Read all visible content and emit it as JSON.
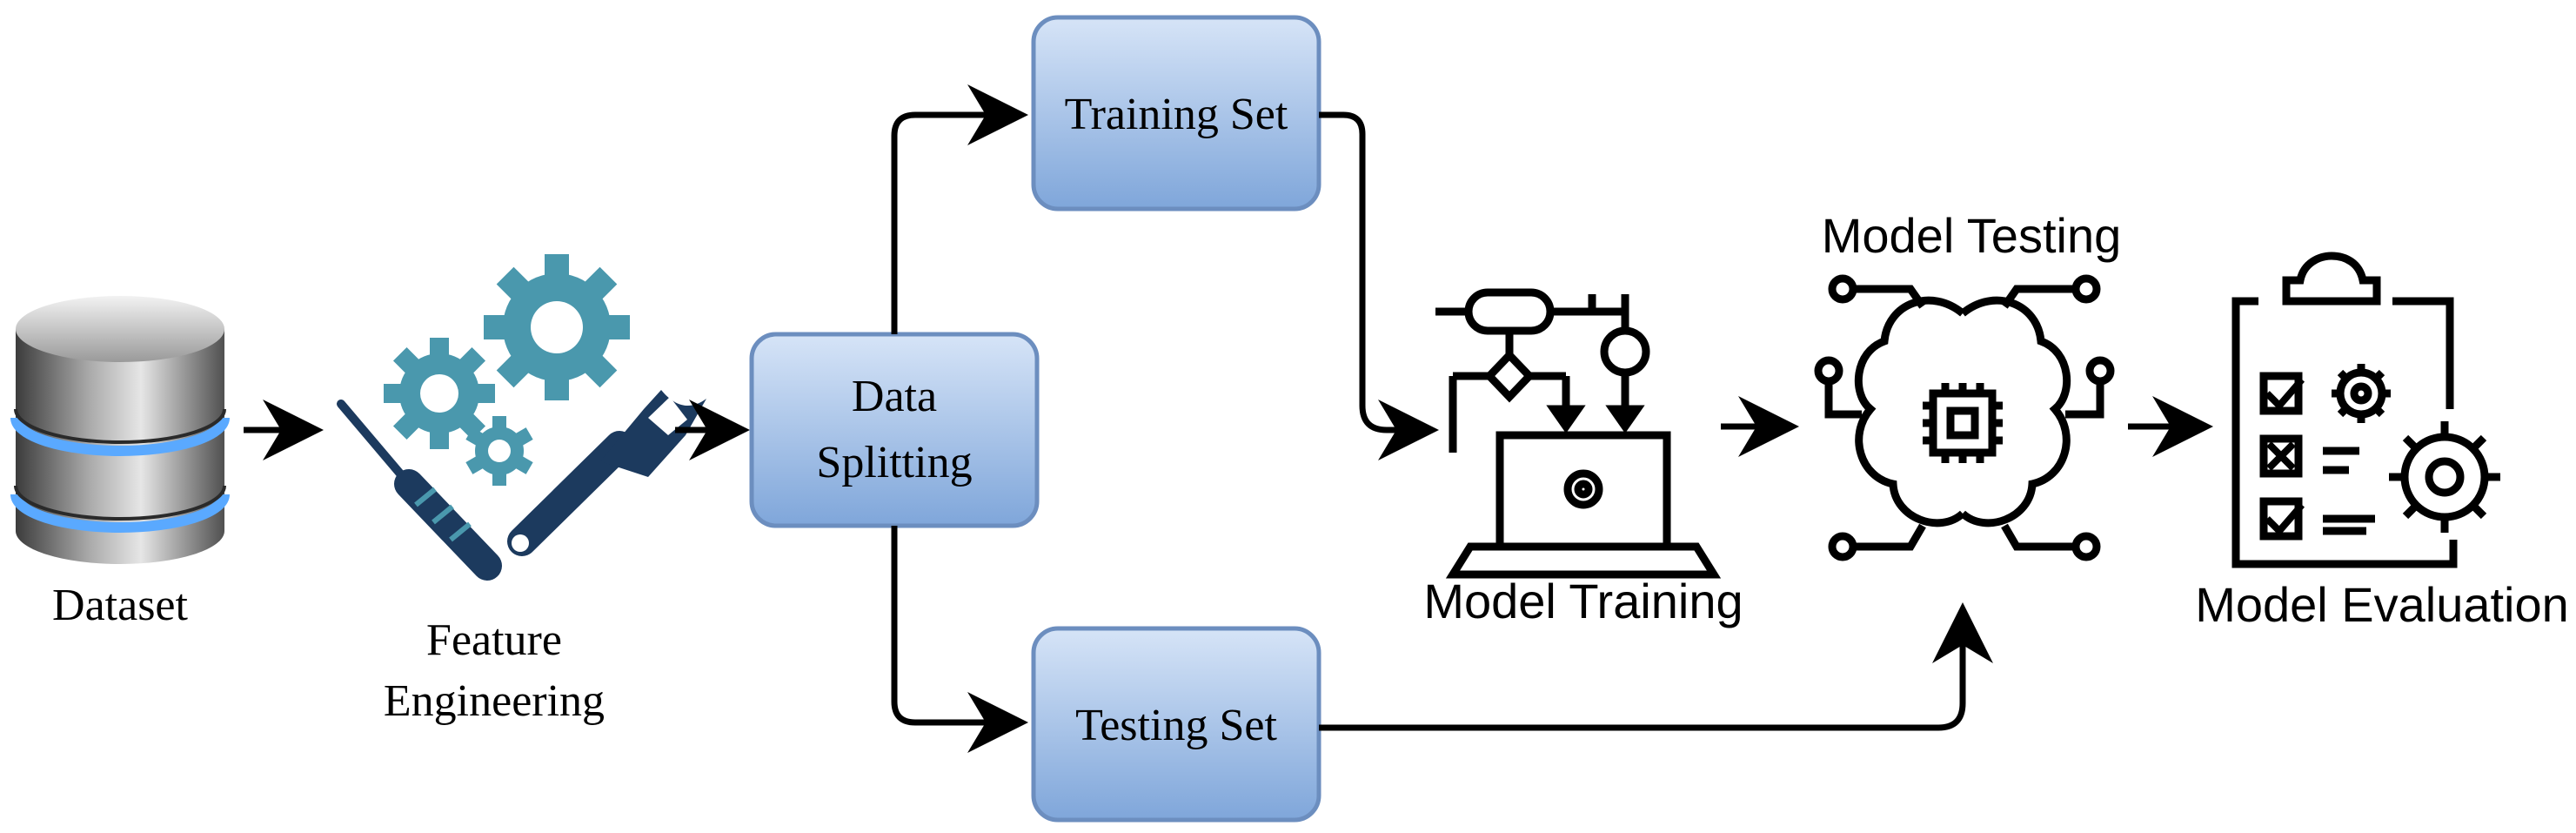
{
  "nodes": {
    "dataset": "Dataset",
    "feature_line1": "Feature",
    "feature_line2": "Engineering",
    "splitting_line1": "Data",
    "splitting_line2": "Splitting",
    "training_set": "Training Set",
    "testing_set": "Testing Set",
    "model_training": "Model Training",
    "model_testing": "Model Testing",
    "model_evaluation": "Model Evaluation"
  },
  "icons": {
    "dataset": "database-icon",
    "feature": "gears-wrench-screwdriver-icon",
    "training": "laptop-flowchart-icon",
    "testing": "brain-chip-icon",
    "evaluation": "clipboard-checklist-gear-icon"
  },
  "colors": {
    "box_fill_top": "#d6e4f7",
    "box_fill_bottom": "#7fa6da",
    "box_stroke": "#6c8ebf",
    "arrow": "#000000",
    "tool_teal": "#4a98ad",
    "tool_navy": "#1c3a5e",
    "database_blue": "#5aa9ff"
  }
}
